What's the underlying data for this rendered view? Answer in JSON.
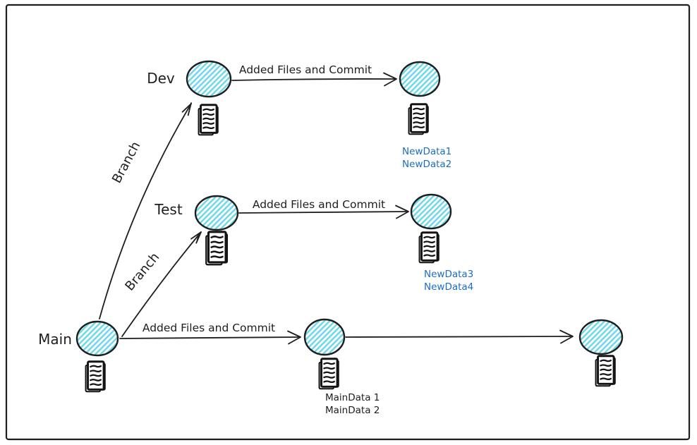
{
  "colors": {
    "stroke": "#1e1e1e",
    "hachure_cyan": "#6fd8e8",
    "annotation_blue": "#1b6ec2",
    "background": "#ffffff"
  },
  "branches": {
    "dev": "Dev",
    "test": "Test",
    "main": "Main"
  },
  "edges": {
    "dev_commit": "Added Files and Commit",
    "test_commit": "Added Files and Commit",
    "main_commit": "Added Files and Commit",
    "branch_to_dev": "Branch",
    "branch_to_test": "Branch"
  },
  "annotations": {
    "dev": [
      "NewData1",
      "NewData2"
    ],
    "test": [
      "NewData3",
      "NewData4"
    ],
    "main": [
      "MainData 1",
      "MainData 2"
    ]
  }
}
